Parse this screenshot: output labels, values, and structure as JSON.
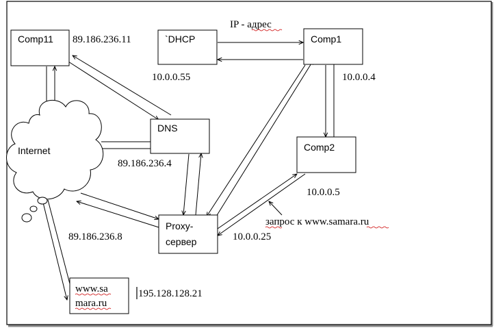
{
  "colors": {
    "background": "#ffffff",
    "frame": "#000000",
    "frame_shadow": "#8a8a8a",
    "line": "#000000",
    "spell_underline": "#cc0000"
  },
  "nodes": {
    "comp11": {
      "label": "Comp11",
      "ip": "89.186.236.11"
    },
    "dhcp": {
      "label": "`DHCP",
      "ip": "10.0.0.55"
    },
    "comp1": {
      "label": "Comp1",
      "ip": "10.0.0.4"
    },
    "dns": {
      "label": "DNS",
      "ip": "89.186.236.4"
    },
    "comp2": {
      "label": "Comp2",
      "ip": "10.0.0.5"
    },
    "internet": {
      "label": "Internet",
      "ip": "89.186.236.8"
    },
    "proxy": {
      "label_line1": "Proxy-",
      "label_line2": "сервер",
      "ip": "10.0.0.25"
    },
    "www": {
      "label_line1": "www.sa",
      "label_line2": "mara.ru",
      "ip": "195.128.128.21"
    }
  },
  "annotations": {
    "ip_address": "IP - адрес",
    "request": "запрос к www.samara.ru"
  }
}
